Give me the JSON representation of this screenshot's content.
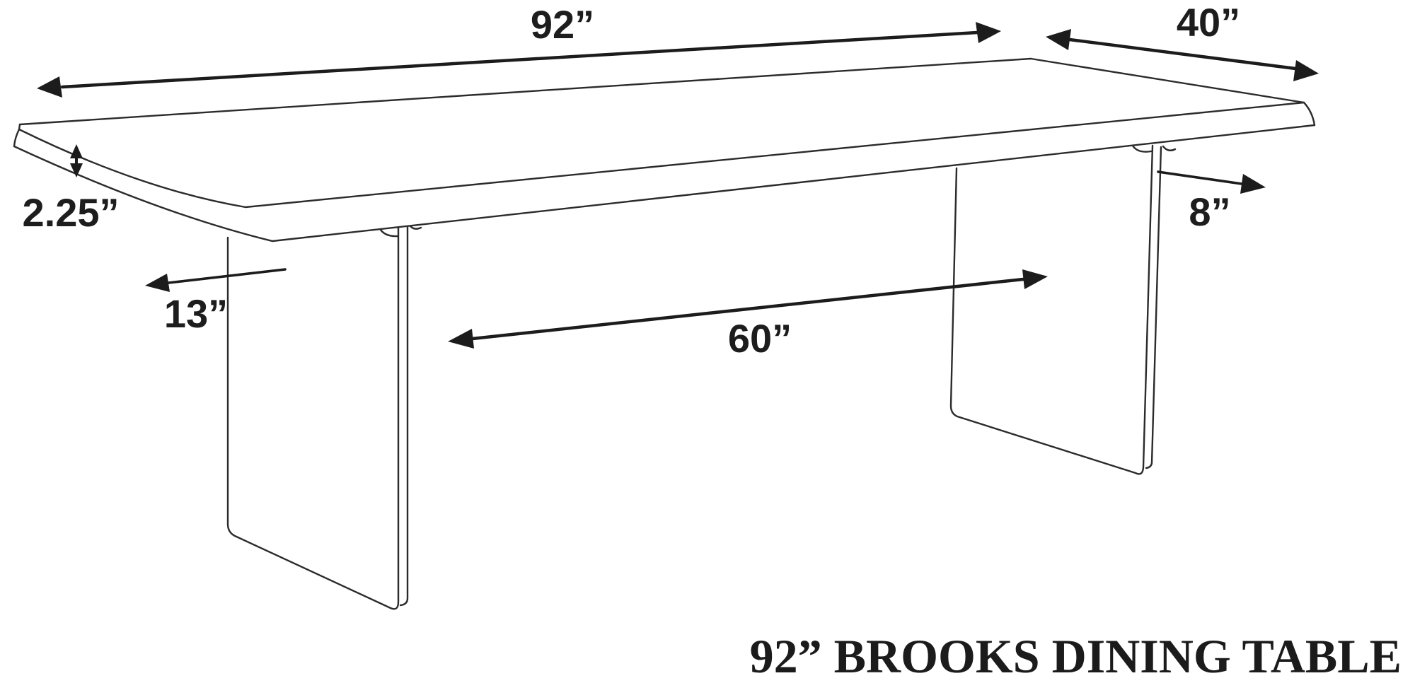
{
  "title": "92” BROOKS DINING TABLE",
  "dimensions": {
    "length": "92”",
    "width": "40”",
    "thickness": "2.25”",
    "leg_bottom": "13”",
    "leg_span": "60”",
    "leg_top": "8”"
  },
  "colors": {
    "background": "#ffffff",
    "line": "#2b2b2b",
    "arrow": "#1c1c1c",
    "text": "#1d1d1d"
  }
}
